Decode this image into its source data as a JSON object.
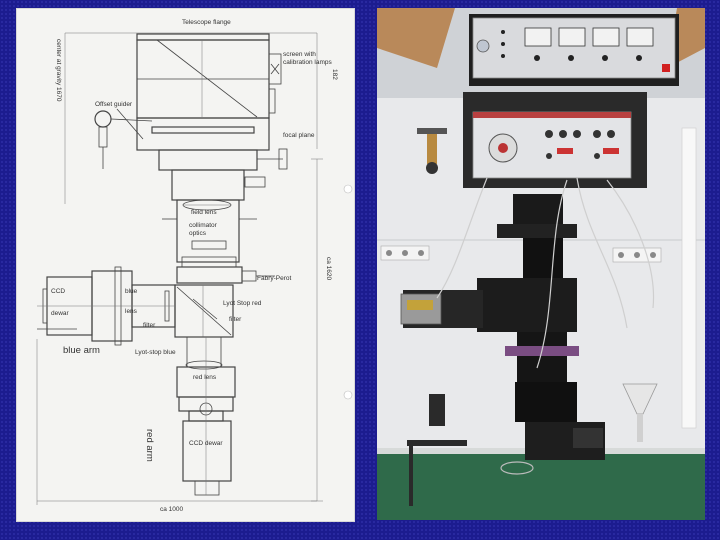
{
  "drawing": {
    "labels": {
      "telescope_flange": "Telescope flange",
      "offset_guider": "Offset guider",
      "screen_with_calibration_lamps_line1": "screen with",
      "screen_with_calibration_lamps_line2": "calibration lamps",
      "focal_plane": "focal plane",
      "field_lens": "field lens",
      "collimator_optics_line1": "collimator",
      "collimator_optics_line2": "optics",
      "fabry_perot": "Fabry-Perot",
      "ccd_dewar_blue_line1": "CCD",
      "ccd_dewar_blue_line2": "dewar",
      "blue_lens_line1": "blue",
      "blue_lens_line2": "lens",
      "lyot_stop_red": "Lyot Stop red",
      "filter_right": "filter",
      "filter_left": "filter",
      "lyot_stop_blue": "Lyot-stop blue",
      "blue_arm": "blue arm",
      "red_lens": "red lens",
      "ccd_dewar_red": "CCD dewar",
      "red_arm": "red arm",
      "dim_top_right": "182",
      "dim_left_vertical": "center at gravity 1670",
      "dim_right_vertical": "ca 1620",
      "dim_bottom": "ca 1000"
    }
  },
  "photo": {
    "meter_count": 4,
    "socket_count": 6
  }
}
